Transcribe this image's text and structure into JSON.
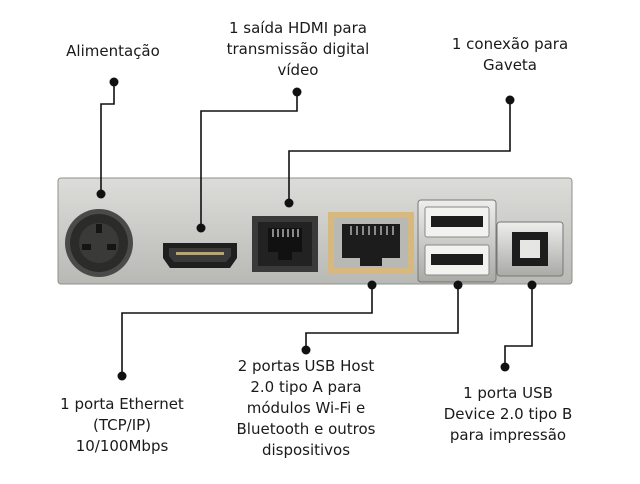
{
  "labels": {
    "power": [
      "Alimentação"
    ],
    "hdmi": [
      "1 saída HDMI para",
      "transmissão digital",
      "vídeo"
    ],
    "drawer": [
      "1 conexão para",
      "Gaveta"
    ],
    "ethernet": [
      "1 porta Ethernet",
      "(TCP/IP)",
      "10/100Mbps"
    ],
    "usb_host": [
      "2 portas USB Host",
      "2.0 tipo A para",
      "módulos Wi-Fi e",
      "Bluetooth e outros",
      "dispositivos"
    ],
    "usb_device": [
      "1 porta USB",
      "Device 2.0 tipo B",
      "para impressão"
    ]
  },
  "colors": {
    "panel": "#c9c9c7",
    "panel_edge": "#8f8f8c",
    "port_dark": "#2a2a2a",
    "rj45_orange": "#d7b87e",
    "leader": "#111111"
  }
}
